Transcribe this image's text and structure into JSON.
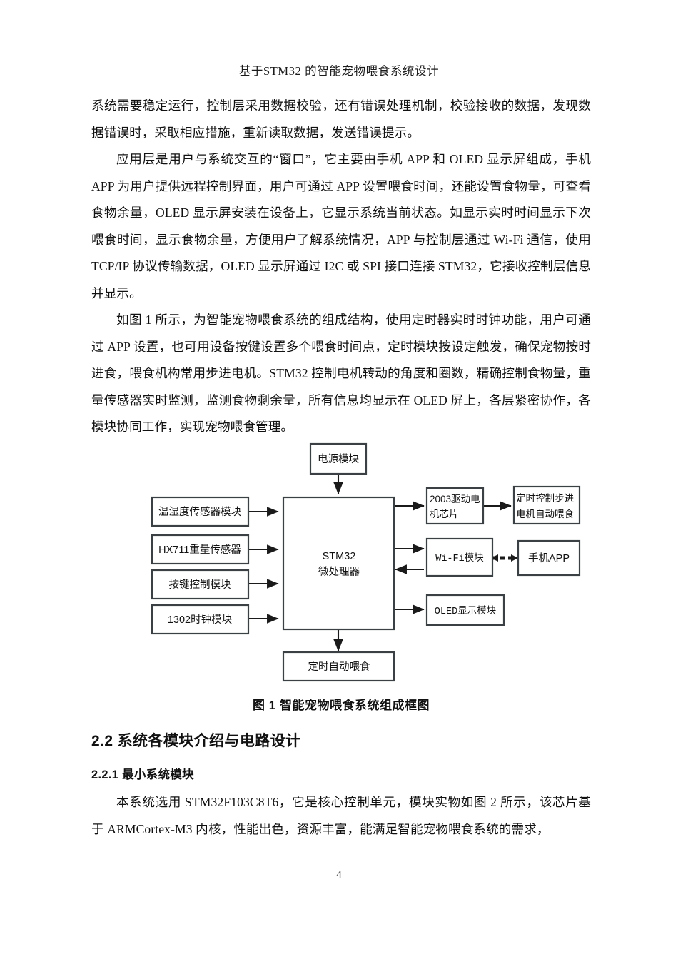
{
  "header": {
    "title": "基于STM32 的智能宠物喂食系统设计"
  },
  "body": {
    "paragraphs": [
      "系统需要稳定运行，控制层采用数据校验，还有错误处理机制，校验接收的数据，发现数据错误时，采取相应措施，重新读取数据，发送错误提示。",
      "应用层是用户与系统交互的“窗口”，它主要由手机 APP 和 OLED 显示屏组成，手机 APP 为用户提供远程控制界面，用户可通过 APP 设置喂食时间，还能设置食物量，可查看食物余量，OLED 显示屏安装在设备上，它显示系统当前状态。如显示实时时间显示下次喂食时间，显示食物余量，方便用户了解系统情况，APP 与控制层通过 Wi-Fi 通信，使用 TCP/IP 协议传输数据，OLED 显示屏通过 I2C 或 SPI 接口连接 STM32，它接收控制层信息并显示。",
      "如图 1 所示，为智能宠物喂食系统的组成结构，使用定时器实时时钟功能，用户可通过 APP 设置，也可用设备按键设置多个喂食时间点，定时模块按设定触发，确保宠物按时进食，喂食机构常用步进电机。STM32 控制电机转动的角度和圈数，精确控制食物量，重量传感器实时监测，监测食物剩余量，所有信息均显示在 OLED 屏上，各层紧密协作，各模块协同工作，实现宠物喂食管理。"
    ]
  },
  "figure": {
    "caption": "图 1  智能宠物喂食系统组成框图",
    "blocks": {
      "power": "电源模块",
      "temp_humidity": "温湿度传感器模块",
      "hx711": "HX711重量传感器",
      "key_control": "按键控制模块",
      "clock_1302": "1302时钟模块",
      "mcu_line1": "STM32",
      "mcu_line2": "微处理器",
      "timed_feed": "定时自动喂食",
      "driver_line1": "2003驱动电",
      "driver_line2": "机芯片",
      "stepper_line1": "定时控制步进",
      "stepper_line2": "电机自动喂食",
      "wifi": "Wi-Fi模块",
      "phone_app": "手机APP",
      "oled": "OLED显示模块"
    }
  },
  "sections": {
    "h2": "2.2 系统各模块介绍与电路设计",
    "h3": "2.2.1 最小系统模块",
    "tail_paragraph": "本系统选用 STM32F103C8T6，它是核心控制单元，模块实物如图 2 所示，该芯片基于 ARMCortex-M3 内核，性能出色，资源丰富，能满足智能宠物喂食系统的需求，"
  },
  "footer": {
    "page_number": "4"
  }
}
